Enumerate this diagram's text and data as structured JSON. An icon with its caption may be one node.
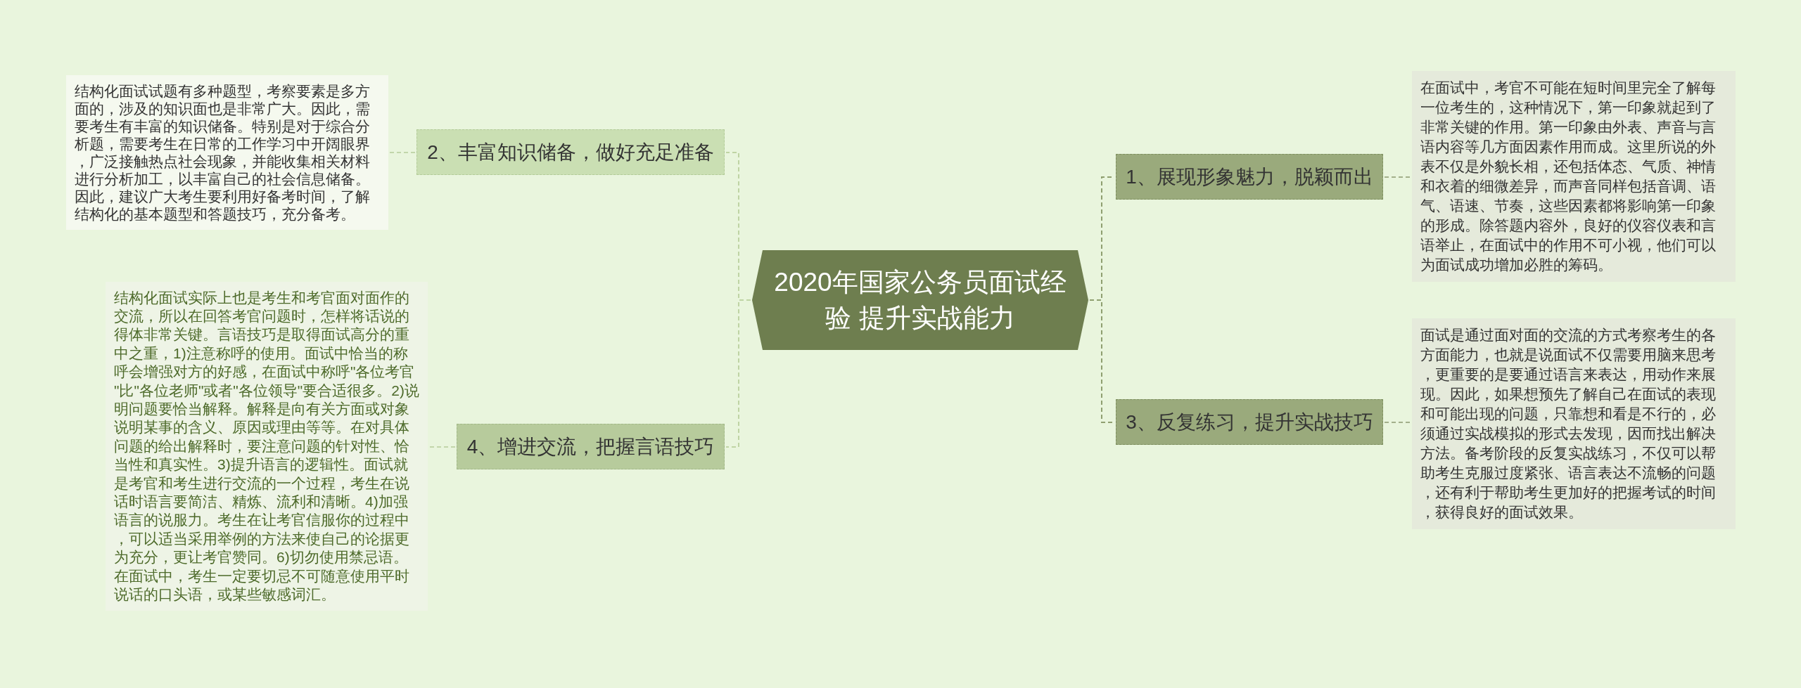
{
  "diagram": {
    "nodes": [
      {
        "text": [
          "2020年国家公务员面试经验 提升实战能力"
        ]
      },
      {
        "text": [
          "1、展现形象魅力，脱颖而出"
        ]
      },
      {
        "text": [
          "在面试中，考官不可能在短时间里完全了解每一位考生的，这种情况下，第一印象就起到了非常关键的作用。第一印象由外表、声音与言语内容等几方面因素作用而成。这里所说的外表不仅是外貌长相，还包括体态、气质、神情和衣着的细微差异，而声音同样包括音调、语气、语速、节奏，这些因素都将影响第一印象的形成。除答题内容外，良好的仪容仪表和言语举止，在面试中的作用不可小视，他们可以为面试成功增加必胜的筹码。"
        ]
      },
      {
        "text": [
          "2、丰富知识储备，做好充足准备"
        ]
      },
      {
        "text": [
          "结构化面试试题有多种题型，考察要素是多方面的，涉及的知识面也是非常广大。因此，需要考生有丰富的知识储备。特别是对于综合分析题，需要考生在日常的工作学习中开阔眼界，广泛接触热点社会现象，并能收集相关材料进行分析加工，以丰富自己的社会信息储备。因此，建议广大考生要利用好备考时间，了解结构化的基本题型和答题技巧，充分备考。"
        ]
      },
      {
        "text": [
          "3、反复练习，提升实战技巧"
        ]
      },
      {
        "text": [
          "面试是通过面对面的交流的方式考察考生的各方面能力，也就是说面试不仅需要用脑来思考，更重要的是要通过语言来表达，用动作来展现。因此，如果想预先了解自己在面试的表现和可能出现的问题，只靠想和看是不行的，必须通过实战模拟的形式去发现，因而找出解决方法。备考阶段的反复实战练习，不仅可以帮助考生克服过度紧张、语言表达不流畅的问题，还有利于帮助考生更加好的把握考试的时间，获得良好的面试效果。"
        ]
      },
      {
        "text": [
          "4、增进交流，把握言语技巧"
        ]
      },
      {
        "text": [
          "结构化面试实际上也是考生和考官面对面作的交流，所以在回答考官问题时，怎样将话说的得体非常关键。言语技巧是取得面试高分的重中之重，1)注意称呼的使用。面试中恰当的称呼会增强对方的好感，在面试中称呼\"各位考官\"比\"各位老师\"或者\"各位领导\"要合适很多。2)说明问题要恰当解释。解释是向有关方面或对象说明某事的含义、原因或理由等等。在对具体问题的给出解释时，要注意问题的针对性、恰当性和真实性。3)提升语言的逻辑性。面试就是考官和考生进行交流的一个过程，考生在说话时语言要简洁、精炼、流利和清晰。4)加强语言的说服力。考生在让考官信服你的过程中，可以适当采用举例的方法来使自己的论据更为充分，更让考官赞同。6)切勿使用禁忌语。在面试中，考生一定要切忌不可随意使用平时说话的口头语，或某些敏感词汇。"
        ]
      }
    ],
    "edges": [
      {
        "from": 0,
        "to": 1,
        "arrow": "none",
        "style": "dashed",
        "color": "#8f9f70"
      },
      {
        "from": 1,
        "to": 2,
        "arrow": "none",
        "style": "dashed",
        "color": "#a3b08b"
      },
      {
        "from": 0,
        "to": 3,
        "arrow": "none",
        "style": "dashed",
        "color": "#bfd4a4"
      },
      {
        "from": 3,
        "to": 4,
        "arrow": "none",
        "style": "dashed",
        "color": "#c2d6aa"
      },
      {
        "from": 0,
        "to": 5,
        "arrow": "none",
        "style": "dashed",
        "color": "#8f9f70"
      },
      {
        "from": 5,
        "to": 6,
        "arrow": "none",
        "style": "dashed",
        "color": "#a3b08b"
      },
      {
        "from": 0,
        "to": 7,
        "arrow": "none",
        "style": "dashed",
        "color": "#bfd4a4"
      },
      {
        "from": 7,
        "to": 8,
        "arrow": "none",
        "style": "dashed",
        "color": "#c2d6aa"
      }
    ]
  }
}
